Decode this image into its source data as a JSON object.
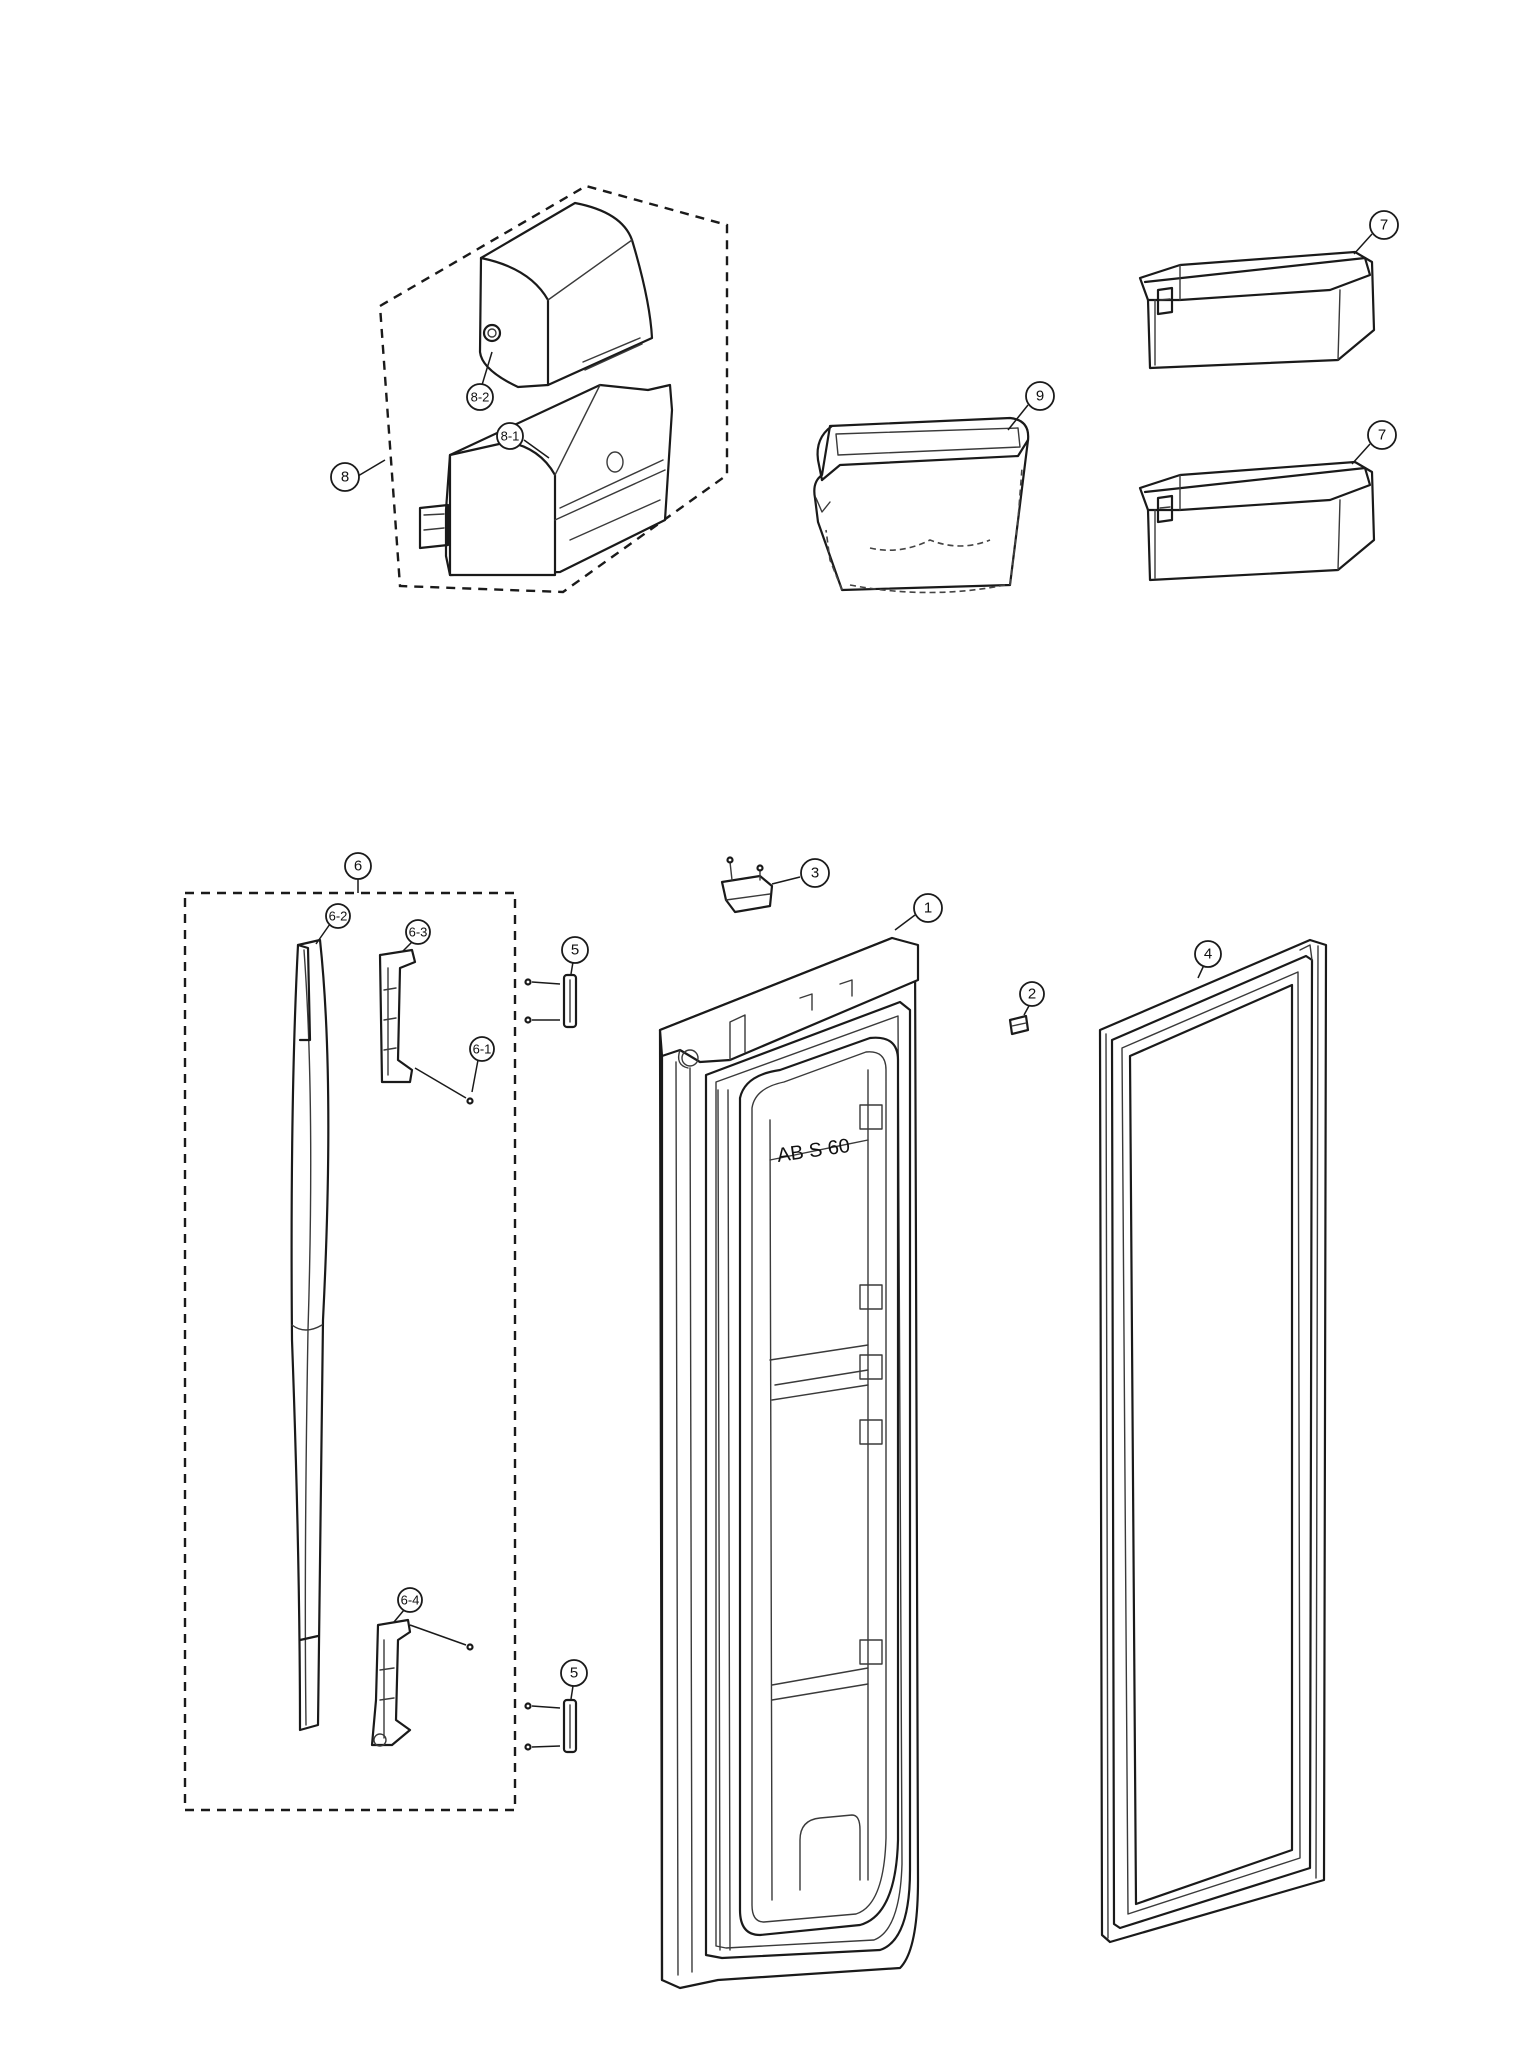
{
  "callouts": {
    "c1": "1",
    "c2": "2",
    "c3": "3",
    "c4": "4",
    "c5a": "5",
    "c5b": "5",
    "c6": "6",
    "c6_1": "6-1",
    "c6_2": "6-2",
    "c6_3": "6-3",
    "c6_4": "6-4",
    "c7a": "7",
    "c7b": "7",
    "c8": "8",
    "c8_1": "8-1",
    "c8_2": "8-2",
    "c9": "9"
  },
  "door_liner_text": "AB S 60"
}
